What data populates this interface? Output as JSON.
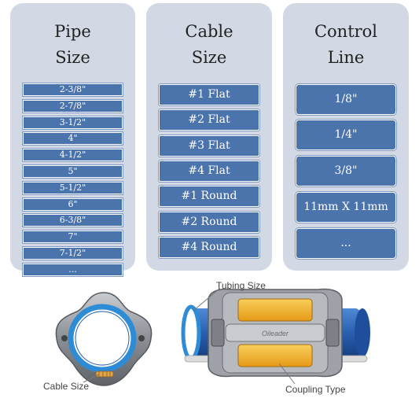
{
  "pipe_size": {
    "title_line1": "Pipe",
    "title_line2": "Size",
    "items": [
      "2-3/8\"",
      "2-7/8\"",
      "3-1/2\"",
      "4\"",
      "4-1/2\"",
      "5\"",
      "5-1/2\"",
      "6\"",
      "6-3/8\"",
      "7\"",
      "7-1/2\"",
      "..."
    ]
  },
  "cable_size": {
    "title_line1": "Cable",
    "title_line2": "Size",
    "items": [
      "#1 Flat",
      "#2 Flat",
      "#3 Flat",
      "#4 Flat",
      "#1 Round",
      "#2 Round",
      "#4 Round"
    ]
  },
  "control_line": {
    "title_line1": "Control",
    "title_line2": "Line",
    "items": [
      "1/8\"",
      "1/4\"",
      "3/8\"",
      "11mm X 11mm",
      "..."
    ]
  },
  "illustration": {
    "labels": {
      "tubing_size": "Tubing Size",
      "cable_size": "Cable Size",
      "coupling_type": "Coupling Type",
      "brand": "Oileader"
    }
  },
  "colors": {
    "panel": "#d2d9e5",
    "button": "#4b74ad",
    "tube_blue": "#2e66b8",
    "clamp_gray": "#8e9196",
    "cable_yellow": "#f0b42a"
  }
}
